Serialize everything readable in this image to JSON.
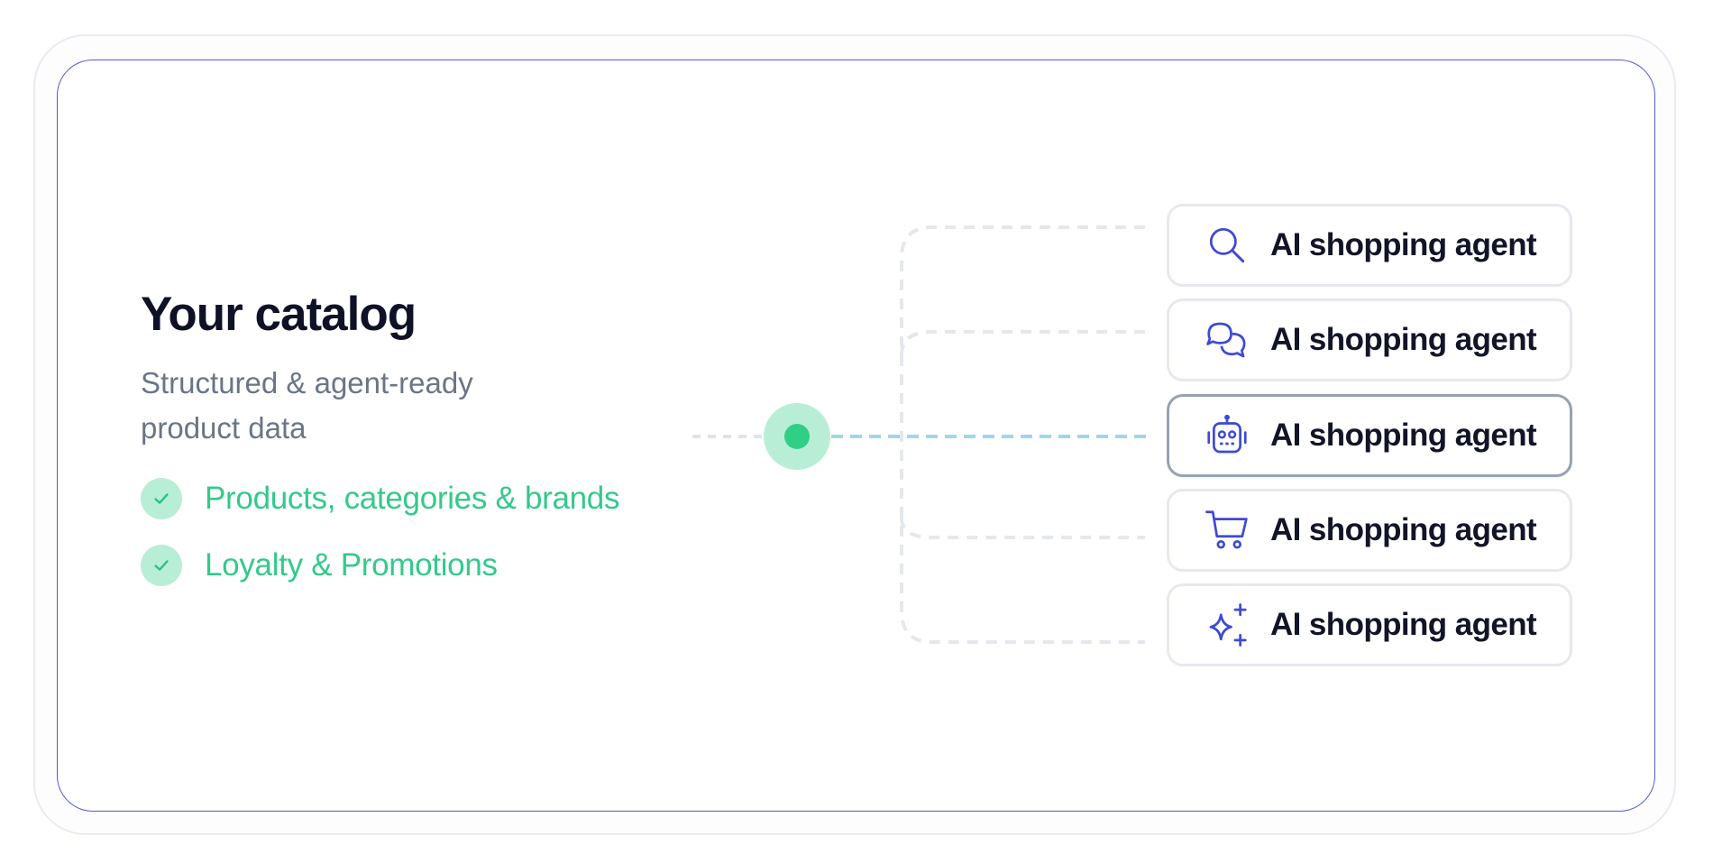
{
  "catalog": {
    "title": "Your catalog",
    "subtitle": "Structured & agent-ready product data",
    "features": [
      {
        "label": "Products, categories & brands",
        "icon": "check-icon"
      },
      {
        "label": "Loyalty & Promotions",
        "icon": "check-icon"
      }
    ]
  },
  "agents": [
    {
      "label": "AI shopping agent",
      "icon": "search-icon"
    },
    {
      "label": "AI shopping agent",
      "icon": "chat-bubbles-icon"
    },
    {
      "label": "AI shopping agent",
      "icon": "robot-icon",
      "active": true
    },
    {
      "label": "AI shopping agent",
      "icon": "shopping-cart-icon"
    },
    {
      "label": "AI shopping agent",
      "icon": "sparkles-icon"
    }
  ],
  "colors": {
    "accent_green": "#34c98b",
    "accent_blue": "#4f5bd5",
    "text_dark": "#0f1226",
    "text_muted": "#6b7587"
  }
}
